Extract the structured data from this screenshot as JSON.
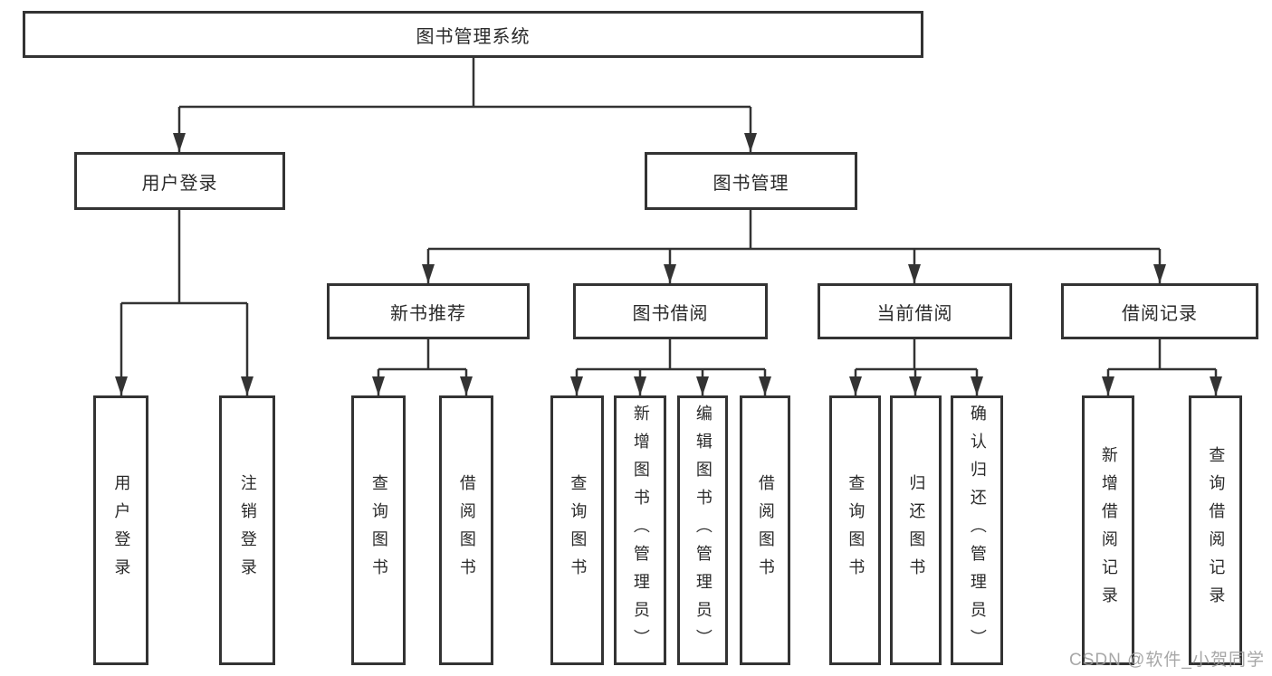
{
  "tree": {
    "root": {
      "label": "图书管理系统"
    },
    "branches": [
      {
        "label": "用户登录",
        "children": [
          {
            "label": "用户登录"
          },
          {
            "label": "注销登录"
          }
        ]
      },
      {
        "label": "图书管理",
        "children": [
          {
            "label": "新书推荐",
            "children": [
              {
                "label": "查询图书"
              },
              {
                "label": "借阅图书"
              }
            ]
          },
          {
            "label": "图书借阅",
            "children": [
              {
                "label": "查询图书"
              },
              {
                "label": "新增图书（管理员）"
              },
              {
                "label": "编辑图书（管理员）"
              },
              {
                "label": "借阅图书"
              }
            ]
          },
          {
            "label": "当前借阅",
            "children": [
              {
                "label": "查询图书"
              },
              {
                "label": "归还图书"
              },
              {
                "label": "确认归还（管理员）"
              }
            ]
          },
          {
            "label": "借阅记录",
            "children": [
              {
                "label": "新增借阅记录"
              },
              {
                "label": "查询借阅记录"
              }
            ]
          }
        ]
      }
    ]
  },
  "watermark": {
    "text": "CSDN @软件_小贺同学"
  },
  "colors": {
    "line": "#333333",
    "text": "#2a2a2a",
    "background": "#ffffff",
    "watermark": "#9e9e9e"
  }
}
